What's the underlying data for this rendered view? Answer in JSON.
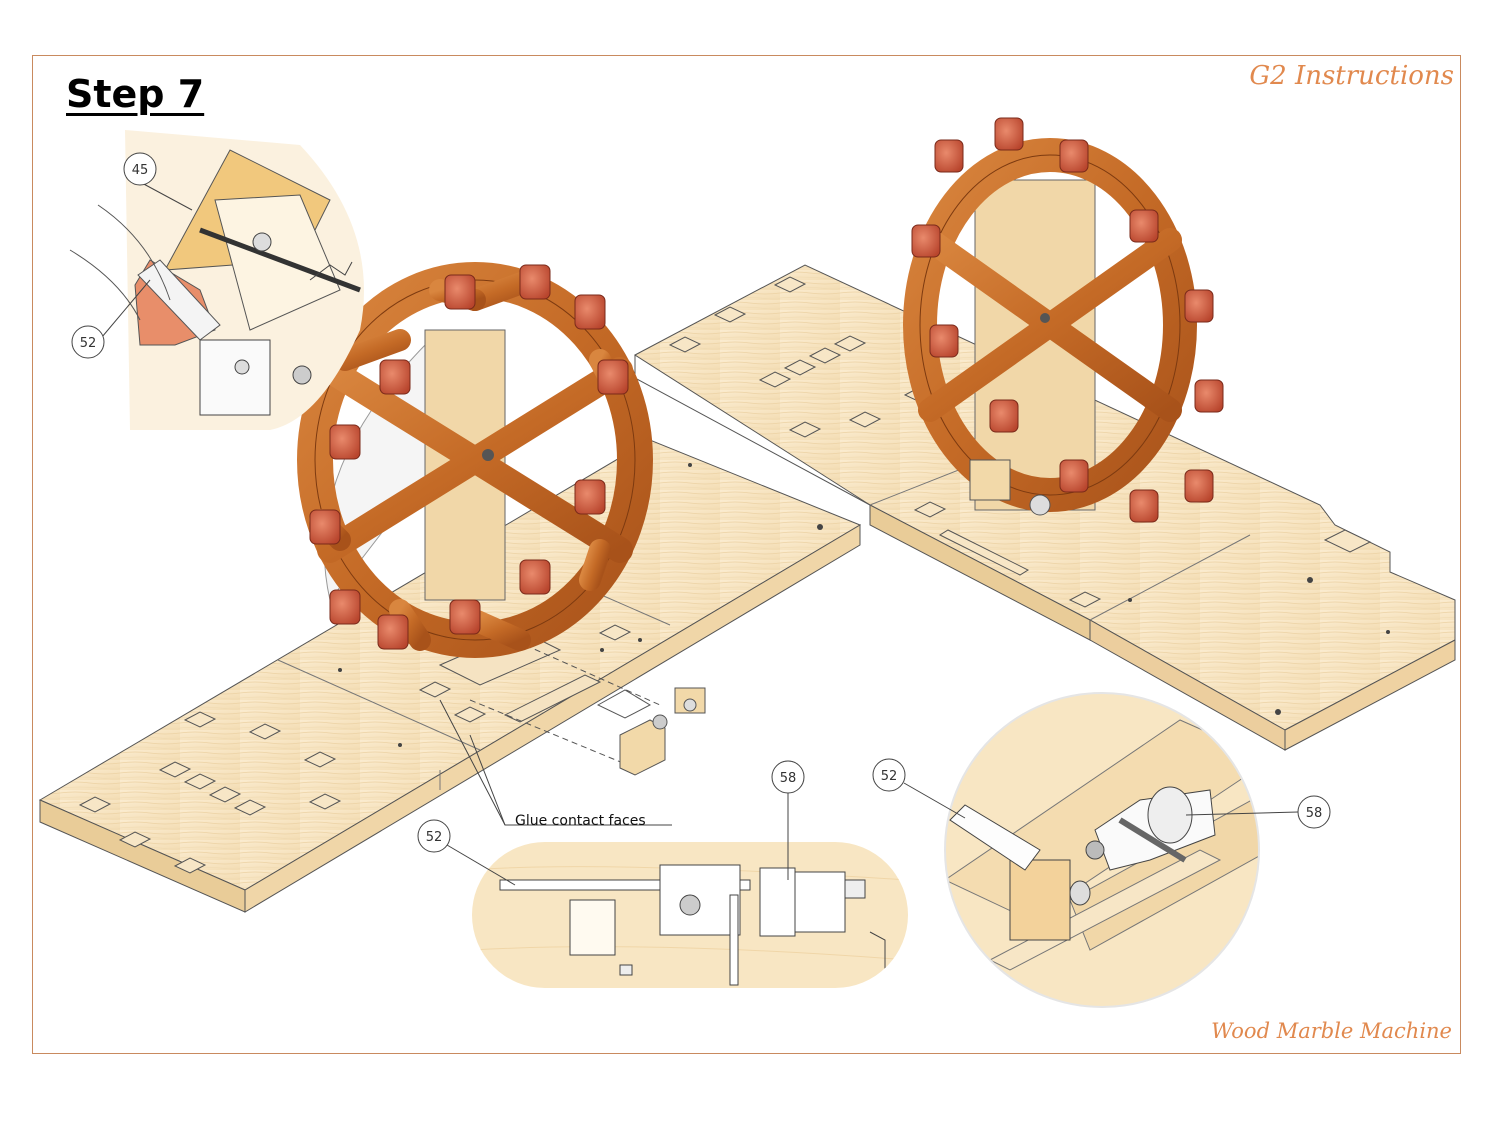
{
  "header": {
    "title": "Step 7",
    "right_label": "G2 Instructions"
  },
  "footer": {
    "label": "Wood Marble Machine"
  },
  "callouts": {
    "detail_top_left": [
      "45",
      "52"
    ],
    "detail_bottom_center": [
      "52",
      "58"
    ],
    "detail_bottom_right": [
      "52",
      "58"
    ]
  },
  "annotation": "Glue contact faces",
  "colors": {
    "accent": "#e1894e",
    "wood_light": "#f6e1bb",
    "wood_dark": "#b65a1a",
    "cap": "#cc5a3e"
  }
}
